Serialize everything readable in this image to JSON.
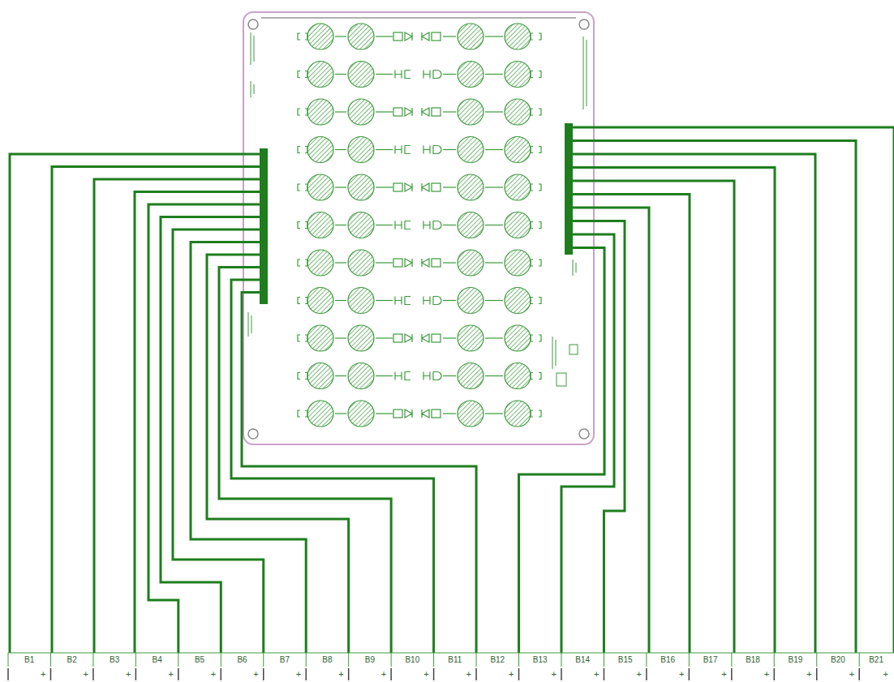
{
  "diagram": {
    "nodes": [
      {
        "text": [
          "B1",
          "+"
        ]
      },
      {
        "text": [
          "B2",
          "+"
        ]
      },
      {
        "text": [
          "B3",
          "+"
        ]
      },
      {
        "text": [
          "B4",
          "+"
        ]
      },
      {
        "text": [
          "B5",
          "+"
        ]
      },
      {
        "text": [
          "B6",
          "+"
        ]
      },
      {
        "text": [
          "B7",
          "+"
        ]
      },
      {
        "text": [
          "B8",
          "+"
        ]
      },
      {
        "text": [
          "B9",
          "+"
        ]
      },
      {
        "text": [
          "B10",
          "+"
        ]
      },
      {
        "text": [
          "B11",
          "+"
        ]
      },
      {
        "text": [
          "B12",
          "+"
        ]
      },
      {
        "text": [
          "B13",
          "+"
        ]
      },
      {
        "text": [
          "B14",
          "+"
        ]
      },
      {
        "text": [
          "B15",
          "+"
        ]
      },
      {
        "text": [
          "B16",
          "+"
        ]
      },
      {
        "text": [
          "B17",
          "+"
        ]
      },
      {
        "text": [
          "B18",
          "+"
        ]
      },
      {
        "text": [
          "B19",
          "+"
        ]
      },
      {
        "text": [
          "B20",
          "+"
        ]
      },
      {
        "text": [
          "B21",
          "+"
        ]
      }
    ]
  }
}
